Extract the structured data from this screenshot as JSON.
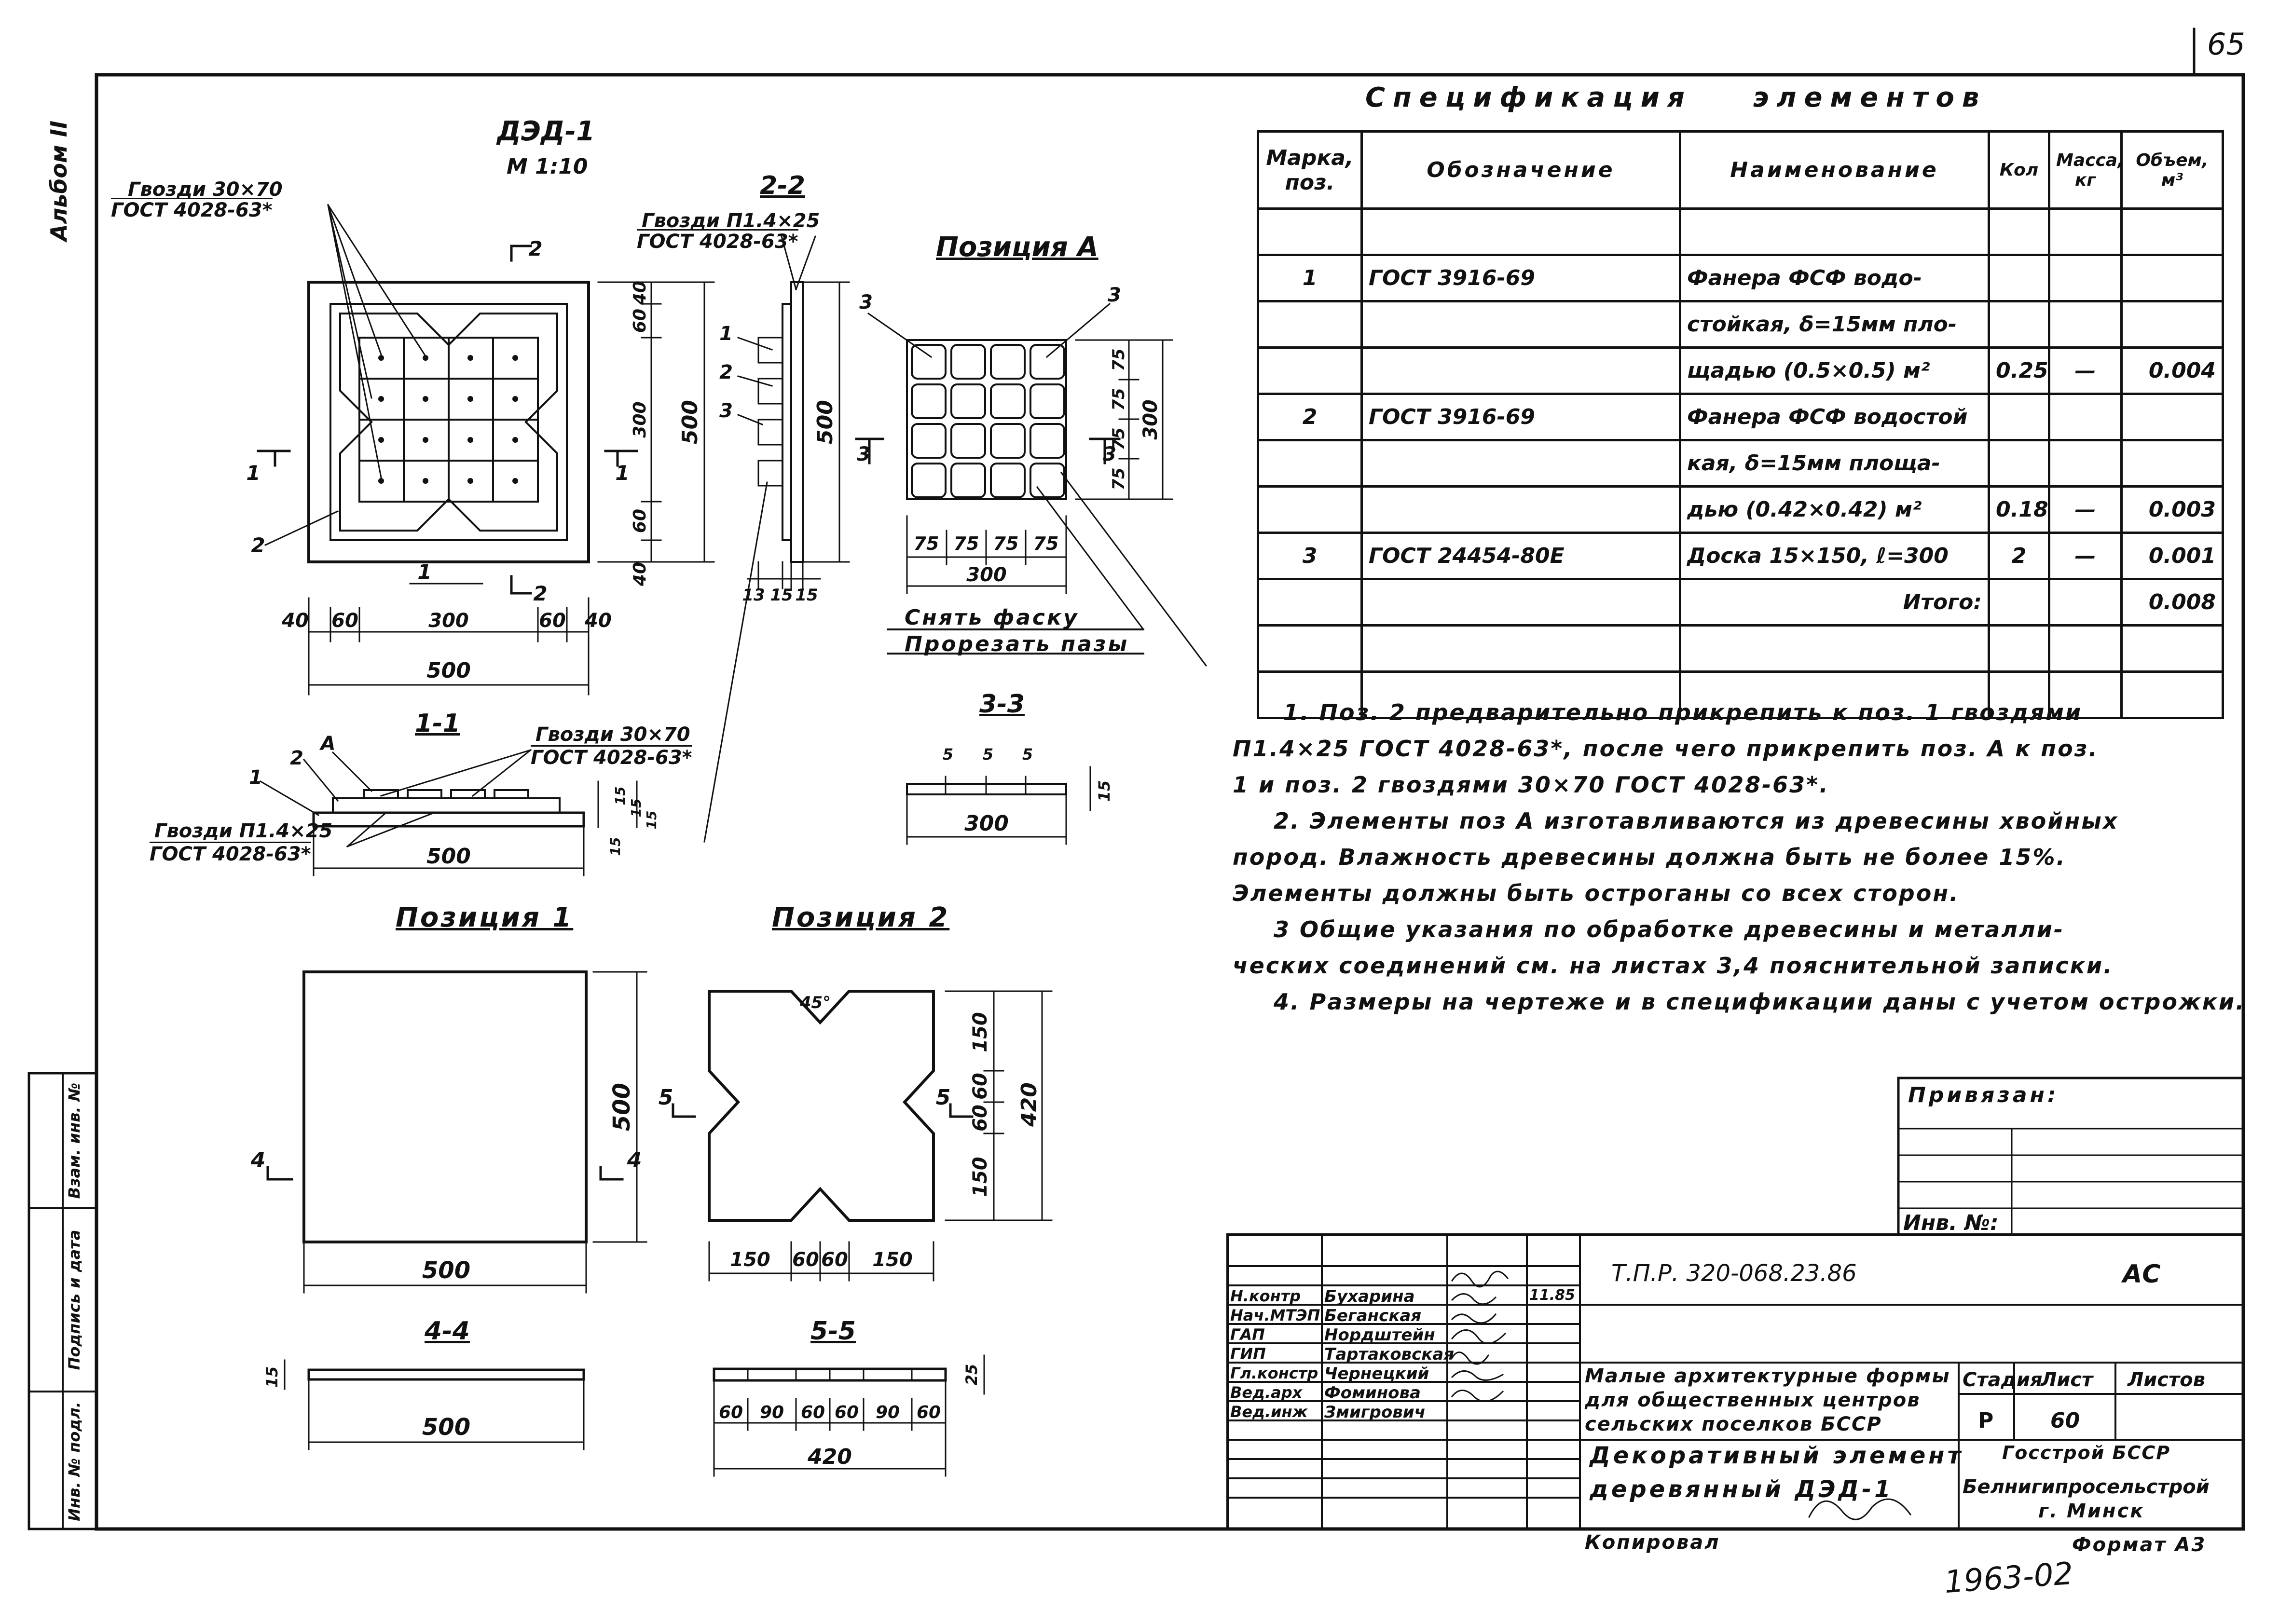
{
  "page_number": "65",
  "side_label_album": "Альбом II",
  "side_stamp": [
    "Инв. № подл.",
    "Подпись и дата",
    "Взам. инв. №"
  ],
  "main_view": {
    "title": "ДЭД-1",
    "scale": "М 1:10",
    "nails_label": [
      "Гвозди 30×70",
      "ГОСТ 4028-63*"
    ],
    "section_marks": [
      "2",
      "2",
      "1",
      "1"
    ],
    "pos_labels": [
      "1",
      "2"
    ],
    "dims_bottom": [
      "40",
      "60",
      "300",
      "60",
      "40"
    ],
    "dim_total": "500",
    "dims_right": [
      "40",
      "60",
      "300",
      "60",
      "40"
    ],
    "dim_right_total": "500"
  },
  "section_2_2": {
    "title": "2-2",
    "nails_label": [
      "Гвозди П1.4×25",
      "ГОСТ 4028-63*"
    ],
    "pos_labels": [
      "1",
      "2",
      "3"
    ],
    "dim": "500",
    "dims_bottom": [
      "13",
      "15",
      "15"
    ]
  },
  "position_a": {
    "title": "Позиция А",
    "pos_labels": [
      "3",
      "3"
    ],
    "section_mark": "3",
    "dims_bottom": [
      "75",
      "75",
      "75",
      "75"
    ],
    "dim_bottom_total": "300",
    "dims_right": [
      "75",
      "75",
      "75",
      "75"
    ],
    "dim_right_total": "300",
    "note1": "Снять фаску",
    "note2": "Прорезать пазы"
  },
  "section_1_1": {
    "title": "1-1",
    "nails_top": [
      "Гвозди 30×70",
      "ГОСТ 4028-63*"
    ],
    "nails_bottom": [
      "Гвозди П1.4×25",
      "ГОСТ 4028-63*"
    ],
    "pos_labels": [
      "1",
      "2",
      "А"
    ],
    "dims_right": [
      "15",
      "15",
      "15"
    ],
    "dim_side": "15",
    "dim": "500"
  },
  "section_3_3": {
    "title": "3-3",
    "dims_top": [
      "5",
      "5",
      "5"
    ],
    "dim_right": "15",
    "dim": "300"
  },
  "position_1": {
    "title": "Позиция 1",
    "dim_right": "500",
    "dim_bottom": "500",
    "section_marks": [
      "4",
      "4"
    ]
  },
  "position_2": {
    "title": "Позиция 2",
    "angle": "45°",
    "dims_right": [
      "150",
      "60",
      "60",
      "150"
    ],
    "dim_right_total": "420",
    "dims_bottom": [
      "150",
      "60",
      "60",
      "150"
    ],
    "section_marks": [
      "5",
      "5"
    ]
  },
  "section_4_4": {
    "title": "4-4",
    "dim_thick": "15",
    "dim": "500"
  },
  "section_5_5": {
    "title": "5-5",
    "dim_thick": "25",
    "dims": [
      "60",
      "90",
      "60",
      "60",
      "90",
      "60"
    ],
    "dim_total": "420"
  },
  "spec": {
    "title": "Спецификация элементов",
    "headers": [
      "Марка, поз.",
      "Обозначение",
      "Наименование",
      "Кол",
      "Масса, кг",
      "Объем, м³"
    ],
    "rows": [
      [
        "",
        "",
        "",
        "",
        "",
        ""
      ],
      [
        "1",
        "ГОСТ 3916-69",
        "Фанера ФСФ водо-",
        "",
        "",
        ""
      ],
      [
        "",
        "",
        "стойкая, δ=15мм пло-",
        "",
        "",
        ""
      ],
      [
        "",
        "",
        "щадью (0.5×0.5) м²",
        "0.25",
        "—",
        "0.004"
      ],
      [
        "2",
        "ГОСТ 3916-69",
        "Фанера ФСФ водостой",
        "",
        "",
        ""
      ],
      [
        "",
        "",
        "кая, δ=15мм площа-",
        "",
        "",
        ""
      ],
      [
        "",
        "",
        "дью (0.42×0.42) м²",
        "0.18",
        "—",
        "0.003"
      ],
      [
        "3",
        "ГОСТ 24454-80Е",
        "Доска 15×150, ℓ=300",
        "2",
        "—",
        "0.001"
      ],
      [
        "",
        "",
        "Итого:",
        "",
        "",
        "0.008"
      ],
      [
        "",
        "",
        "",
        "",
        "",
        ""
      ],
      [
        "",
        "",
        "",
        "",
        "",
        ""
      ]
    ]
  },
  "notes": [
    "1. Поз. 2 предварительно прикрепить к поз. 1 гвоздями",
    "П1.4×25 ГОСТ 4028-63*, после чего прикрепить поз. А к поз.",
    "1 и поз. 2 гвоздями 30×70 ГОСТ 4028-63*.",
    "2. Элементы поз А изготавливаются из древесины хвойных",
    "пород. Влажность древесины должна быть не более 15%.",
    "Элементы должны быть остроганы со всех сторон.",
    "3 Общие указания по обработке древесины и металли-",
    "ческих соединений см. на листах 3,4 пояснительной записки.",
    "4. Размеры на чертеже и в спецификации даны с учетом острожки."
  ],
  "binding": {
    "label": "Привязан:",
    "inv_label": "Инв. №:"
  },
  "title_block": {
    "code": "Т.П.Р. 320-068.23.86",
    "mark": "АС",
    "staff": [
      {
        "role": "Н.контр",
        "name": "Бухарина",
        "date": "11.85"
      },
      {
        "role": "Нач.МТЭП",
        "name": "Беганская",
        "date": ""
      },
      {
        "role": "ГАП",
        "name": "Нордштейн",
        "date": ""
      },
      {
        "role": "ГИП",
        "name": "Тартаковская",
        "date": ""
      },
      {
        "role": "Гл.констр",
        "name": "Чернецкий",
        "date": ""
      },
      {
        "role": "Вед.арх",
        "name": "Фоминова",
        "date": ""
      },
      {
        "role": "Вед.инж",
        "name": "Змигрович",
        "date": ""
      }
    ],
    "project_title": [
      "Малые архитектурные формы",
      "для общественных центров",
      "сельских поселков БССР"
    ],
    "sheet_title": [
      "Декоративный элемент",
      "деревянный ДЭД-1"
    ],
    "stage_label": "Стадия",
    "sheet_label": "Лист",
    "sheets_label": "Листов",
    "stage": "Р",
    "sheet": "60",
    "org": [
      "Госстрой БССР",
      "Белнигипросельстрой",
      "г. Минск"
    ],
    "copied": "Копировал",
    "format": "Формат А3",
    "stamp_number": "1963-02"
  }
}
